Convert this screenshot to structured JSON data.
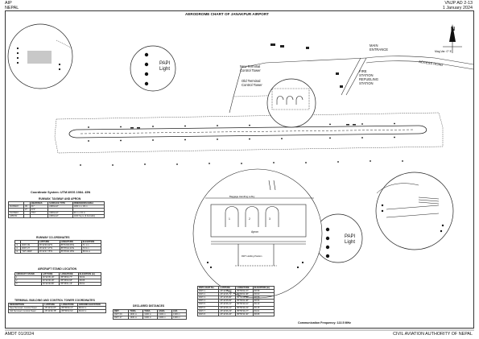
{
  "header": {
    "left_line1": "AIP",
    "left_line2": "NEPAL",
    "right_line1": "VNJP AD 2-13",
    "right_line2": "1 January 2024"
  },
  "chart_title": "AERODROME CHART OF JANAKPUR AIRPORT",
  "footer": {
    "left": "AMDT 01/2024",
    "right": "CIVIL AVIATION AUTHORITY OF NEPAL"
  },
  "north": {
    "letter": "N",
    "mag_var": "Mag Var: 0° E"
  },
  "map_labels": {
    "main_entrance_1": "MAIN",
    "main_entrance_2": "ENTRANCE",
    "access_road": "ACCESS ROAD",
    "new_terminal_1": "New Terminal",
    "new_terminal_2": "Control Tower",
    "old_terminal_1": "Old Terminal",
    "old_terminal_2": "Control Tower",
    "fire_station_1": "FIRE",
    "fire_station_2": "STATION",
    "refueling_1": "REFUELING",
    "refueling_2": "STATION",
    "papi_1a": "PAPI",
    "papi_1b": "Light",
    "papi_2a": "PAPI",
    "papi_2b": "Light",
    "baggage": "Baggage Handling Lobby",
    "apron": "Apron",
    "rwy_holding": "RWY Holding Position",
    "stand_1": "1",
    "stand_2": "2",
    "stand_3": "3"
  },
  "coordinate_system": "Coordinate System: UTM-WGS 1984- 45N",
  "runway_table": {
    "title": "RUNWAY, TAXIWAY AND APRON",
    "headers": [
      "",
      "",
      "BEARINGS",
      "SURFACE TYPE",
      "DIMENSIONS/AREA"
    ],
    "rows": [
      [
        "RUNWAY",
        "09",
        "91°",
        "ASPHALT",
        "1300 m x 30 m"
      ],
      [
        "",
        "27",
        "271°",
        "",
        ""
      ],
      [
        "TAXIWAY",
        "",
        "TWY",
        "ASPHALT",
        "90 m x 15 m"
      ],
      [
        "APRON",
        "",
        "",
        "ASPHALT",
        "1320 Sq.m (3 Aircrafts)"
      ]
    ]
  },
  "rwy_coord_table": {
    "title": "RUNWAY CO-ORDINATES",
    "headers": [
      "",
      "",
      "LATITUDE",
      "LONGITUDE",
      "ELEVATION"
    ],
    "rows": [
      [
        "①",
        "RWY 09",
        "26°42'36.92\"N",
        "85°54'06.06\"E",
        "71.1 m"
      ],
      [
        "②",
        "RWY 27",
        "26°42'37.47\"N",
        "85°55'42.24\"E",
        "70.9 m"
      ],
      [
        "③",
        "TWY MRP",
        "26°42'37.75\"N",
        "85°55'00.18\"E",
        "68.61 m"
      ]
    ]
  },
  "stand_table": {
    "title": "AIRCRAFT STAND LOCATION",
    "headers": [
      "AIRCRAFT STAND",
      "LATITUDE",
      "LONGITUDE",
      "ELEVATION (m)"
    ],
    "rows": [
      [
        "1",
        "26°42'35.18\"",
        "85°55'00.77\"",
        "68.03"
      ],
      [
        "2",
        "26°42'36.18\"",
        "85°55'00.96\"",
        "68.05"
      ],
      [
        "3",
        "26°42'36.89\"",
        "85°55'01.19\"",
        "68.61"
      ]
    ]
  },
  "terminal_table": {
    "title": "TERMINAL BUILDING AND CONTROL TOWER COORDINATES",
    "headers": [
      "DESCRIPTION",
      "LATITUDE",
      "LONGITUDE",
      "GROUND ELEVATION"
    ],
    "rows": [
      [
        "New Terminal / Control Tower",
        "26°42'44.07\"",
        "85°55'09.17\"",
        "68.63 m"
      ],
      [
        "Old Terminal / Control Tower",
        "26°42'39.78\"",
        "85°55'03.61\"",
        "69.03 m"
      ]
    ]
  },
  "declared_table": {
    "title": "DECLARED DISTANCES",
    "headers": [
      "RWY",
      "TORA",
      "TODA",
      "ASDA",
      "LDA"
    ],
    "rows": [
      [
        "RWY 09",
        "1300 m",
        "1300 m",
        "1300 m",
        "1300 m"
      ],
      [
        "RWY 27",
        "1300 m",
        "1300 m",
        "1300 m",
        "1300 m"
      ]
    ]
  },
  "papi_table": {
    "headers": [
      "PAPI LIGHT No.",
      "LATITUDE",
      "LONGITUDE",
      "ELEVATION (m)"
    ],
    "rows": [
      [
        "PAPI 1",
        "26°42'35.77\"",
        "85°55'04.97\"",
        "68.58"
      ],
      [
        "PAPI 2",
        "26°42'35.79\"",
        "85°55'04.98\"",
        "68.60"
      ],
      [
        "PAPI 3",
        "26°42'35.80\"",
        "85°55'04.98\"",
        "68.58"
      ],
      [
        "PAPI 4",
        "26°42'35.83\"",
        "85°55'04.98\"",
        "68.56"
      ],
      [
        "PAPI 5",
        "26°42'36.21\"",
        "85°55'33.10\"",
        "69.13"
      ],
      [
        "PAPI 6",
        "26°42'36.21\"",
        "85°55'33.23\"",
        "69.15"
      ],
      [
        "PAPI 7",
        "26°42'36.23\"",
        "85°55'33.27\"",
        "69.01"
      ],
      [
        "PAPI 8",
        "26°42'36.26\"",
        "85°55'33.40\"",
        "68.95"
      ]
    ]
  },
  "comm_freq": "Communication Frequency: 122.5 MHz",
  "colors": {
    "ink": "#111111",
    "line": "#333333",
    "grey": "#888888"
  }
}
